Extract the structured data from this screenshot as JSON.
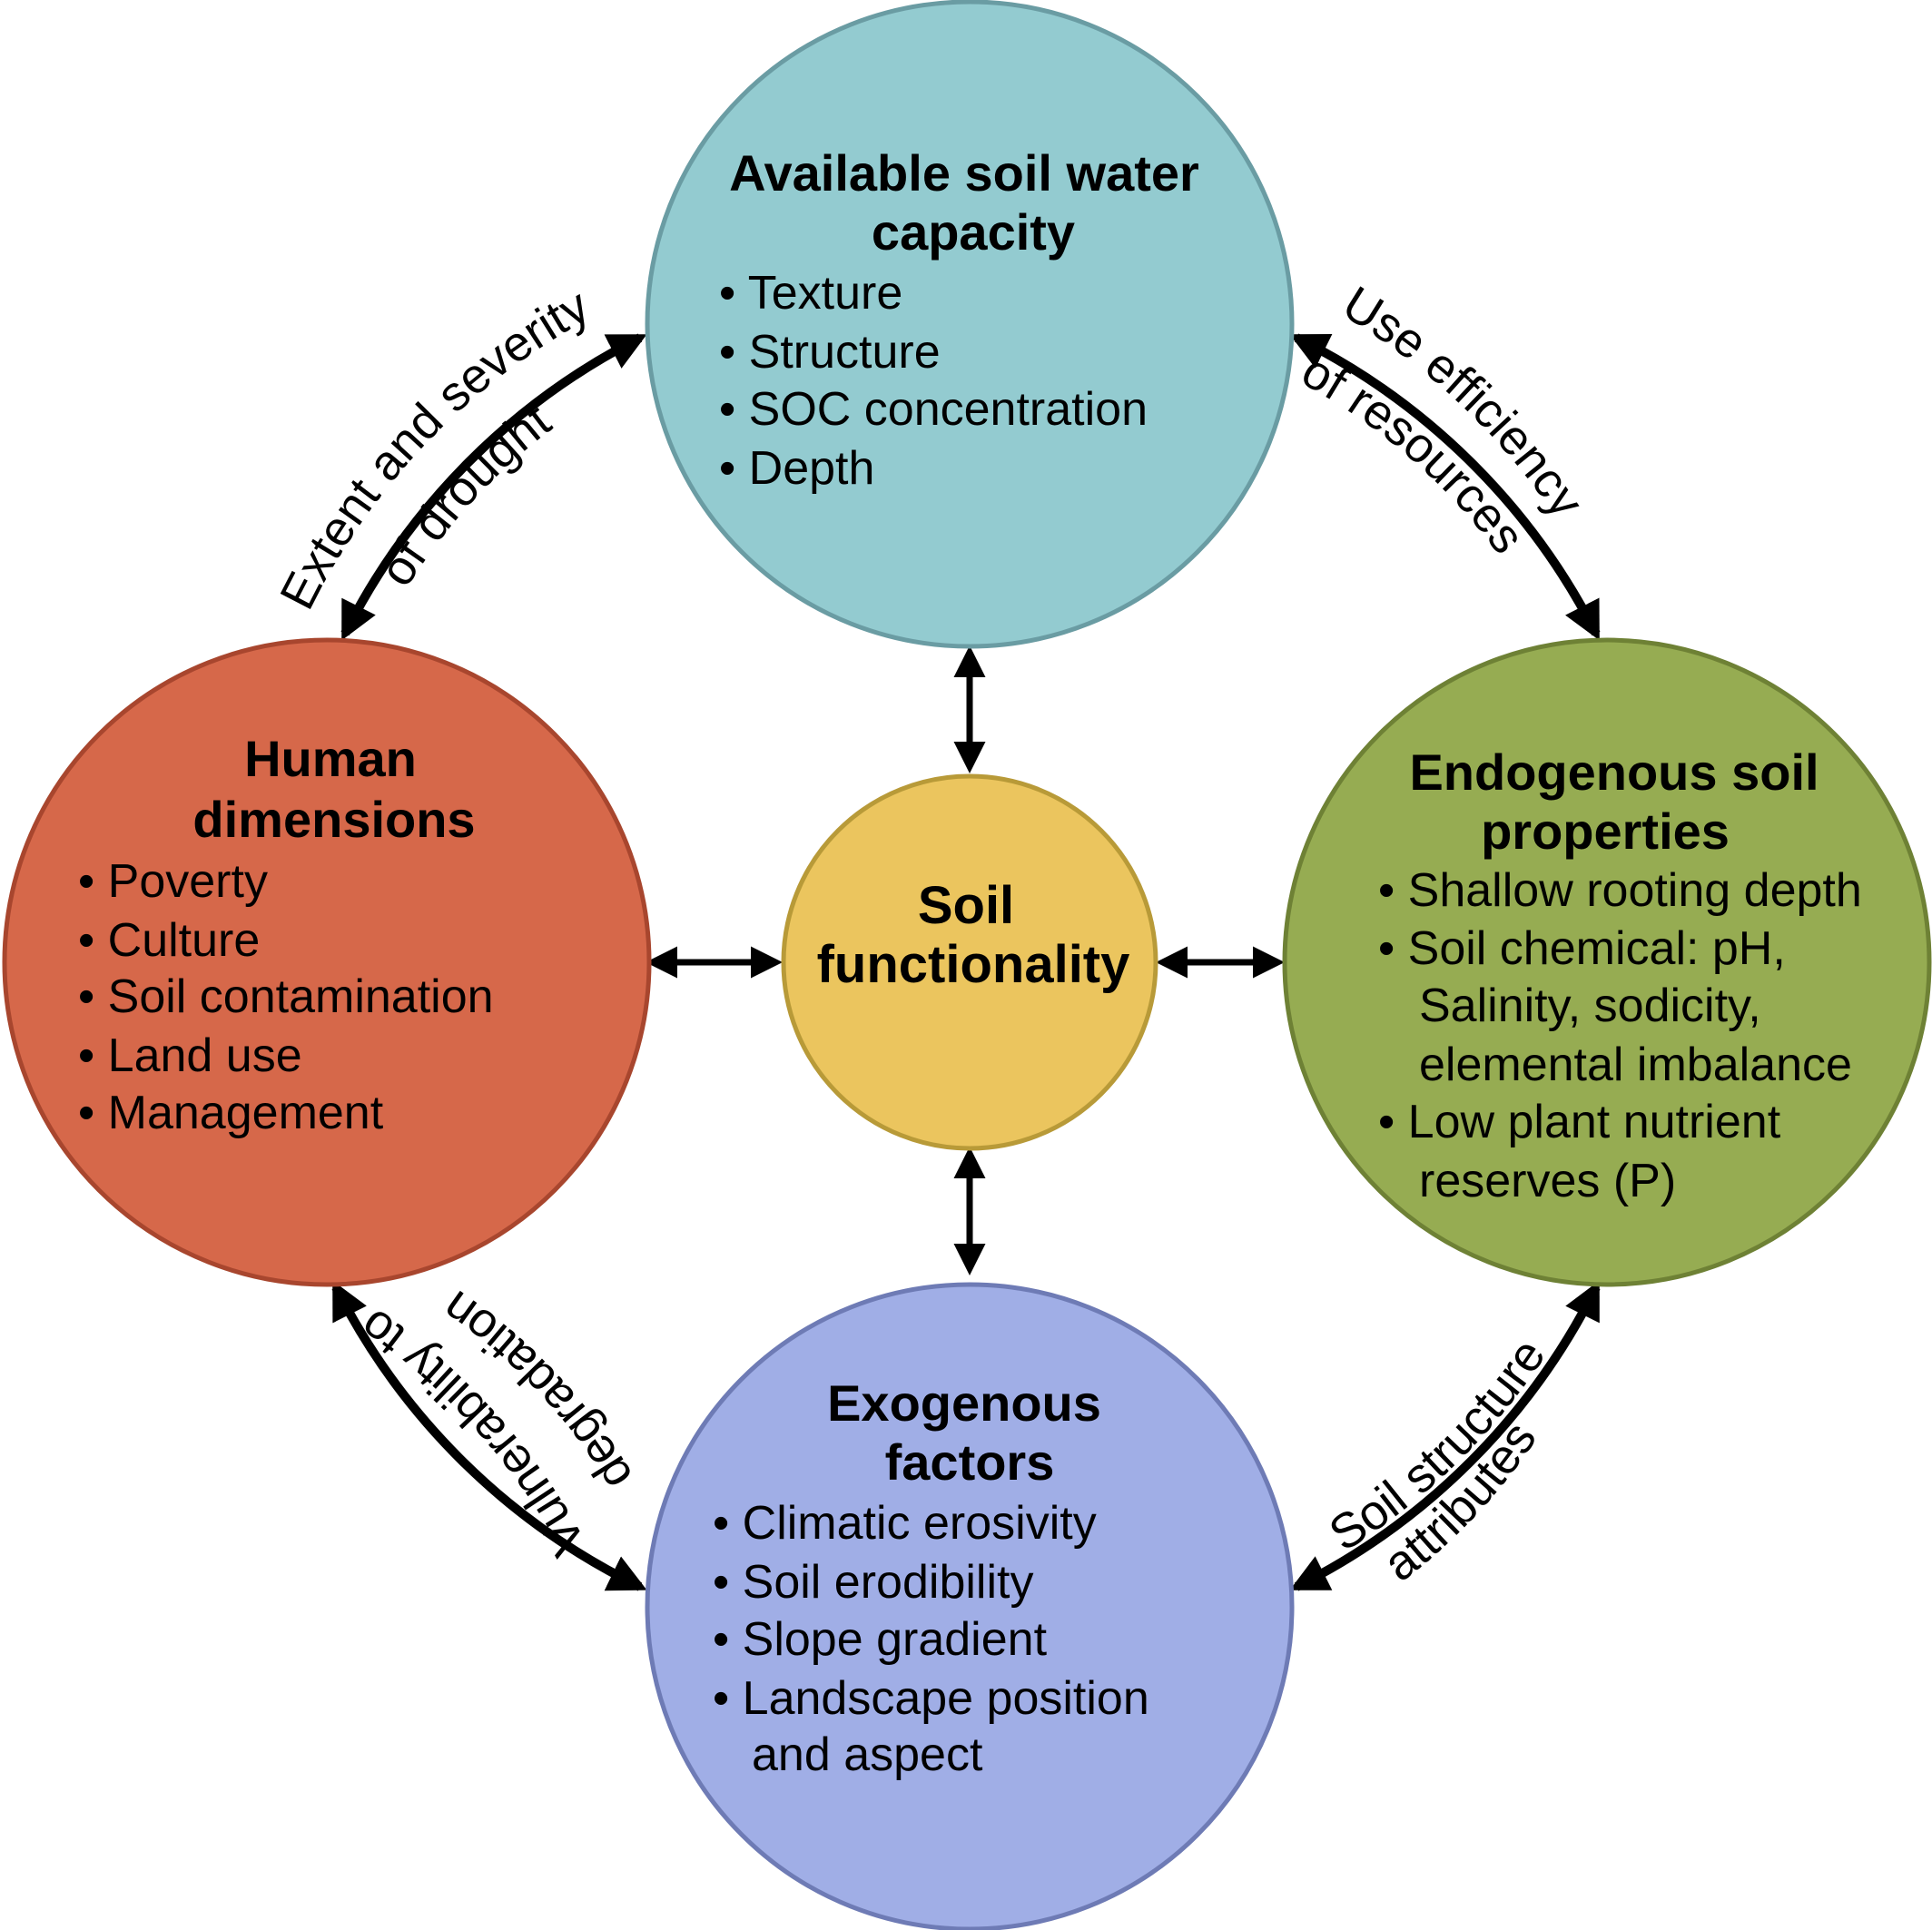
{
  "colors": {
    "water_fill": "#93CBD0",
    "water_stroke": "#6A9CA3",
    "human_fill": "#D6684A",
    "human_stroke": "#A8462E",
    "endogenous_fill": "#96AC52",
    "endogenous_stroke": "#6E8135",
    "exogenous_fill": "#A0AEE6",
    "exogenous_stroke": "#6E7BB5",
    "center_fill": "#EBC55E",
    "center_stroke": "#B89A38"
  },
  "nodes": {
    "water": {
      "title": [
        "Available soil water",
        "capacity"
      ],
      "items": [
        "• Texture",
        "• Structure",
        "• SOC concentration",
        "• Depth"
      ]
    },
    "human": {
      "title": [
        "Human",
        "dimensions"
      ],
      "items": [
        "• Poverty",
        "• Culture",
        "• Soil contamination",
        "• Land use",
        "• Management"
      ]
    },
    "endogenous": {
      "title": [
        "Endogenous soil",
        "properties"
      ],
      "items": [
        "• Shallow rooting depth",
        "• Soil chemical: pH,",
        "Salinity, sodicity,",
        "elemental imbalance",
        "• Low plant nutrient",
        "reserves (P)"
      ]
    },
    "exogenous": {
      "title": [
        "Exogenous",
        "factors"
      ],
      "items": [
        "• Climatic erosivity",
        "• Soil erodibility",
        "• Slope gradient",
        "• Landscape position",
        "and aspect"
      ]
    },
    "center": {
      "title": [
        "Soil",
        "functionality"
      ]
    }
  },
  "edges": {
    "top_left": [
      "Extent and severity",
      "of drought"
    ],
    "top_right": [
      "Use efficiency",
      "of resources"
    ],
    "bottom_left": [
      "Vulnerability to",
      "degradation"
    ],
    "bottom_right": [
      "Soil structure",
      "attributes"
    ]
  }
}
